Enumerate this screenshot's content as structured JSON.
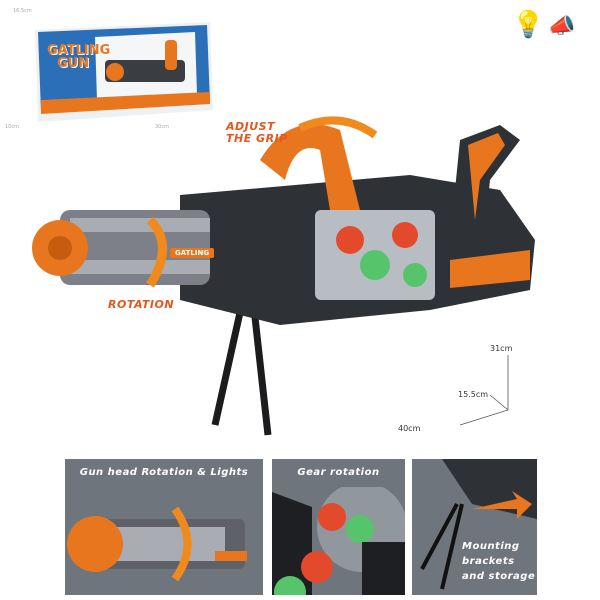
{
  "box": {
    "title_line1": "GATLING",
    "title_line2": "GUN",
    "dim_height": "16.5cm",
    "dim_width": "30cm",
    "dim_depth": "10cm"
  },
  "callouts": {
    "adjust_grip": [
      "ADJUST",
      "THE GRIP"
    ],
    "rotation": "ROTATION",
    "gatling_label": "GATLING"
  },
  "dimensions": {
    "height": "31cm",
    "depth": "15.5cm",
    "length": "40cm"
  },
  "panels": [
    {
      "title": "Gun head Rotation & Lights"
    },
    {
      "title": "Gear rotation"
    },
    {
      "note": [
        "Mounting",
        "brackets",
        "and storage"
      ]
    }
  ],
  "colors": {
    "orange": "#e8761e",
    "panel": "#6f757c",
    "box_blue": "#2a6fb8"
  },
  "icons": [
    "light-bulb-icon",
    "sound-speaker-icon"
  ]
}
